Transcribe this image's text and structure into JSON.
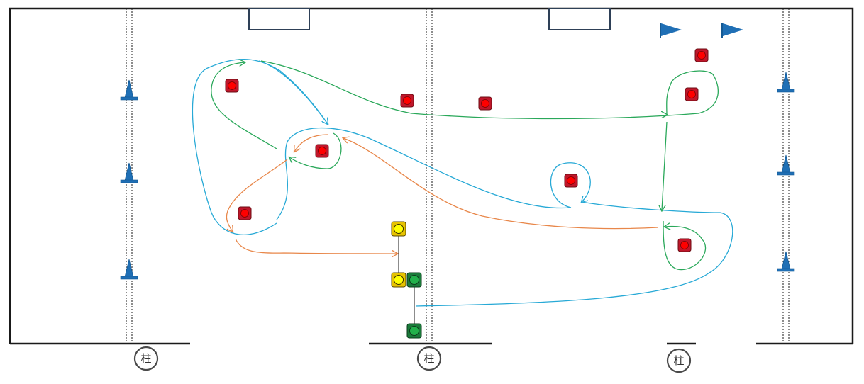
{
  "diagram": {
    "colors": {
      "field_line": "#1a1a1a",
      "goal": "#2e4057",
      "cone": "#1f6fb5",
      "flag": "#1f6fb5",
      "marker_red": "#e60000",
      "marker_red_border": "#8b1a1a",
      "player_yellow": "#ffeb00",
      "player_green": "#1e9e48",
      "path_cyan": "#27a9d6",
      "path_green": "#2aa85a",
      "path_orange": "#e8874a"
    },
    "posts": [
      {
        "label": "柱"
      },
      {
        "label": "柱"
      },
      {
        "label": "柱"
      }
    ]
  }
}
